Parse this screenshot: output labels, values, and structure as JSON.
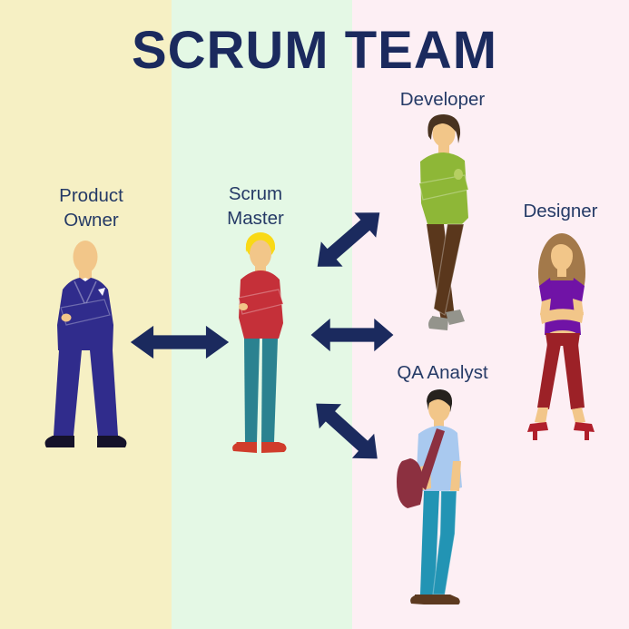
{
  "title": "SCRUM TEAM",
  "colors": {
    "navy": "#1b2a5e",
    "label_navy": "#253a66",
    "skin": "#f2c689",
    "stripe_yellow": "#f6f0c4",
    "stripe_green": "#e4f8e5",
    "stripe_pink": "#fdeff4"
  },
  "roles": [
    {
      "id": "product-owner",
      "label": "Product Owner",
      "colors": {
        "suit": "#302c8c",
        "shirt": "#ffffff",
        "tie": "#3f51c1",
        "shoes": "#151229",
        "pocket_square": "#f4f1ff"
      }
    },
    {
      "id": "scrum-master",
      "label": "Scrum Master",
      "colors": {
        "hair": "#f9d916",
        "shirt": "#c53039",
        "pants": "#2b8290",
        "shoes": "#d03c2b"
      }
    },
    {
      "id": "developer",
      "label": "Developer",
      "colors": {
        "hair": "#493320",
        "shirt": "#8eb737",
        "badge": "#b6cf62",
        "pants": "#5a371c",
        "shoes": "#94948c"
      }
    },
    {
      "id": "designer",
      "label": "Designer",
      "colors": {
        "hair": "#a3794a",
        "top": "#7013a6",
        "pants": "#9c2127",
        "shoes": "#b01f2b"
      }
    },
    {
      "id": "qa-analyst",
      "label": "QA Analyst",
      "colors": {
        "hair": "#26221e",
        "shirt": "#a9c9ef",
        "bag": "#8c3040",
        "pants": "#2294b4",
        "shoes": "#5d3a20"
      }
    }
  ],
  "diagram": {
    "connections": [
      {
        "from": "Scrum Master",
        "to": "Product Owner",
        "type": "double-arrow"
      },
      {
        "from": "Scrum Master",
        "to": "Developer",
        "type": "double-arrow"
      },
      {
        "from": "Scrum Master",
        "to": "Designer",
        "type": "double-arrow"
      },
      {
        "from": "Scrum Master",
        "to": "QA Analyst",
        "type": "double-arrow"
      }
    ]
  },
  "icons": {
    "product_owner_figure": "man-in-suit-arms-crossed",
    "scrum_master_figure": "man-red-shirt-arms-crossed",
    "developer_figure": "man-green-shirt-arms-crossed",
    "designer_figure": "woman-purple-top-arms-crossed",
    "qa_analyst_figure": "man-blue-shirt-shoulder-bag",
    "arrow": "bidirectional-arrow"
  }
}
